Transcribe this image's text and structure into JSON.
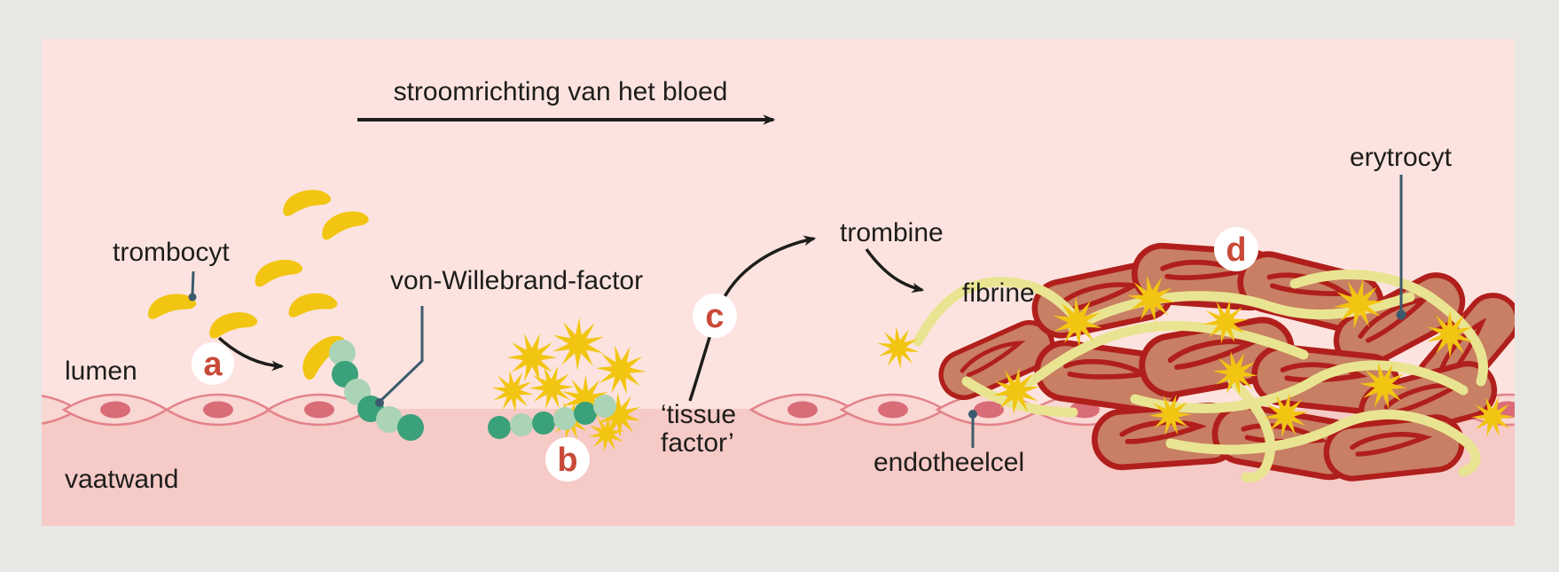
{
  "labels": {
    "flow": "stroomrichting van het bloed",
    "trombocyt": "trombocyt",
    "vwf": "von-Willebrand-factor",
    "lumen": "lumen",
    "vaatwand": "vaatwand",
    "tissue_line1": "‘tissue",
    "tissue_line2": "factor’",
    "trombine": "trombine",
    "fibrine": "fibrine",
    "endotheelcel": "endotheelcel",
    "erytrocyt": "erytrocyt"
  },
  "markers": {
    "a": "a",
    "b": "b",
    "c": "c",
    "d": "d"
  },
  "colors": {
    "bg-outer": "#e8e7e4",
    "lumen": "#fce3df",
    "wall": "#f6cac7",
    "endo": "#f9d7d2",
    "endo-line": "#e3838a",
    "nucleus": "#d96c77",
    "gold": "#f2c512",
    "green-dark": "#3ba17b",
    "green-light": "#abd3b5",
    "rbc": "#c87f63",
    "rbc-line": "#b01f1b",
    "fibrin": "#e9e492",
    "leader": "#3c5a6e",
    "ink": "#1d1d1b",
    "accent": "#c94a38"
  }
}
